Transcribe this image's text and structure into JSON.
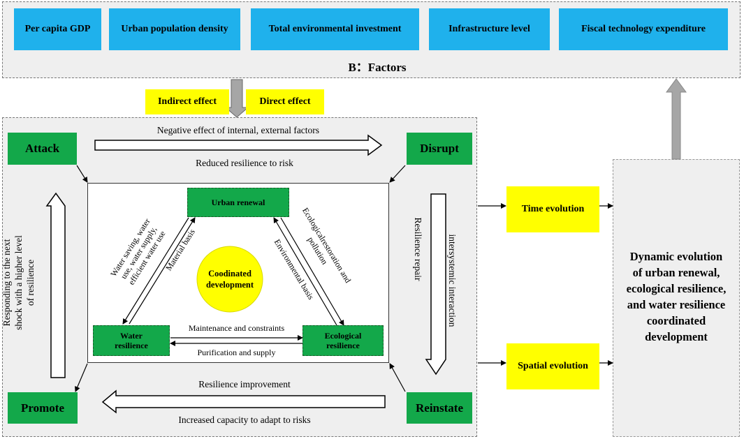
{
  "factors": {
    "title": "B：Factors",
    "items": [
      "Per capita GDP",
      "Urban population density",
      "Total environmental investment",
      "Infrastructure level",
      "Fiscal technology expenditure"
    ]
  },
  "effects": {
    "indirect": "Indirect effect",
    "direct": "Direct effect"
  },
  "stages": {
    "attack": "Attack",
    "disrupt": "Disrupt",
    "promote": "Promote",
    "reinstate": "Reinstate"
  },
  "flows": {
    "top_upper": "Negative effect of internal, external factors",
    "top_lower": "Reduced resilience to risk",
    "bottom_upper": "Resilience improvement",
    "bottom_lower": "Increased capacity to adapt to risks",
    "right_outer": "Resilience repair",
    "right_inner": "intersystemic interaction",
    "left": [
      "Responding to the next",
      "shock with a higher level",
      "of resilience"
    ]
  },
  "core": {
    "urban_renewal": "Urban renewal",
    "water_resilience": [
      "Water",
      "resilience"
    ],
    "ecological_resilience": [
      "Ecological",
      "resilience"
    ],
    "center": [
      "Coodinated",
      "development"
    ],
    "edge_left_outer": [
      "Water saving, water",
      "use, water supply,",
      "efficient water use"
    ],
    "edge_left_inner": "Material basis",
    "edge_right_inner": "Environmental basis",
    "edge_right_outer": [
      "Ecologicalrestoration and",
      "pollution"
    ],
    "edge_bottom_upper": "Maintenance and constraints",
    "edge_bottom_lower": "Purification and supply"
  },
  "evolution": {
    "time": "Time evolution",
    "spatial": "Spatial evolution",
    "result": [
      "Dynamic evolution",
      "of  urban renewal,",
      "ecological resilience,",
      "and water resilience",
      "coordinated",
      "development"
    ]
  },
  "colors": {
    "factor_blue": "#1fb1ec",
    "highlight_yellow": "#ffff00",
    "stage_green": "#13a84a",
    "panel_gray": "#efefef",
    "arrow_gray": "#a6a6a6"
  }
}
